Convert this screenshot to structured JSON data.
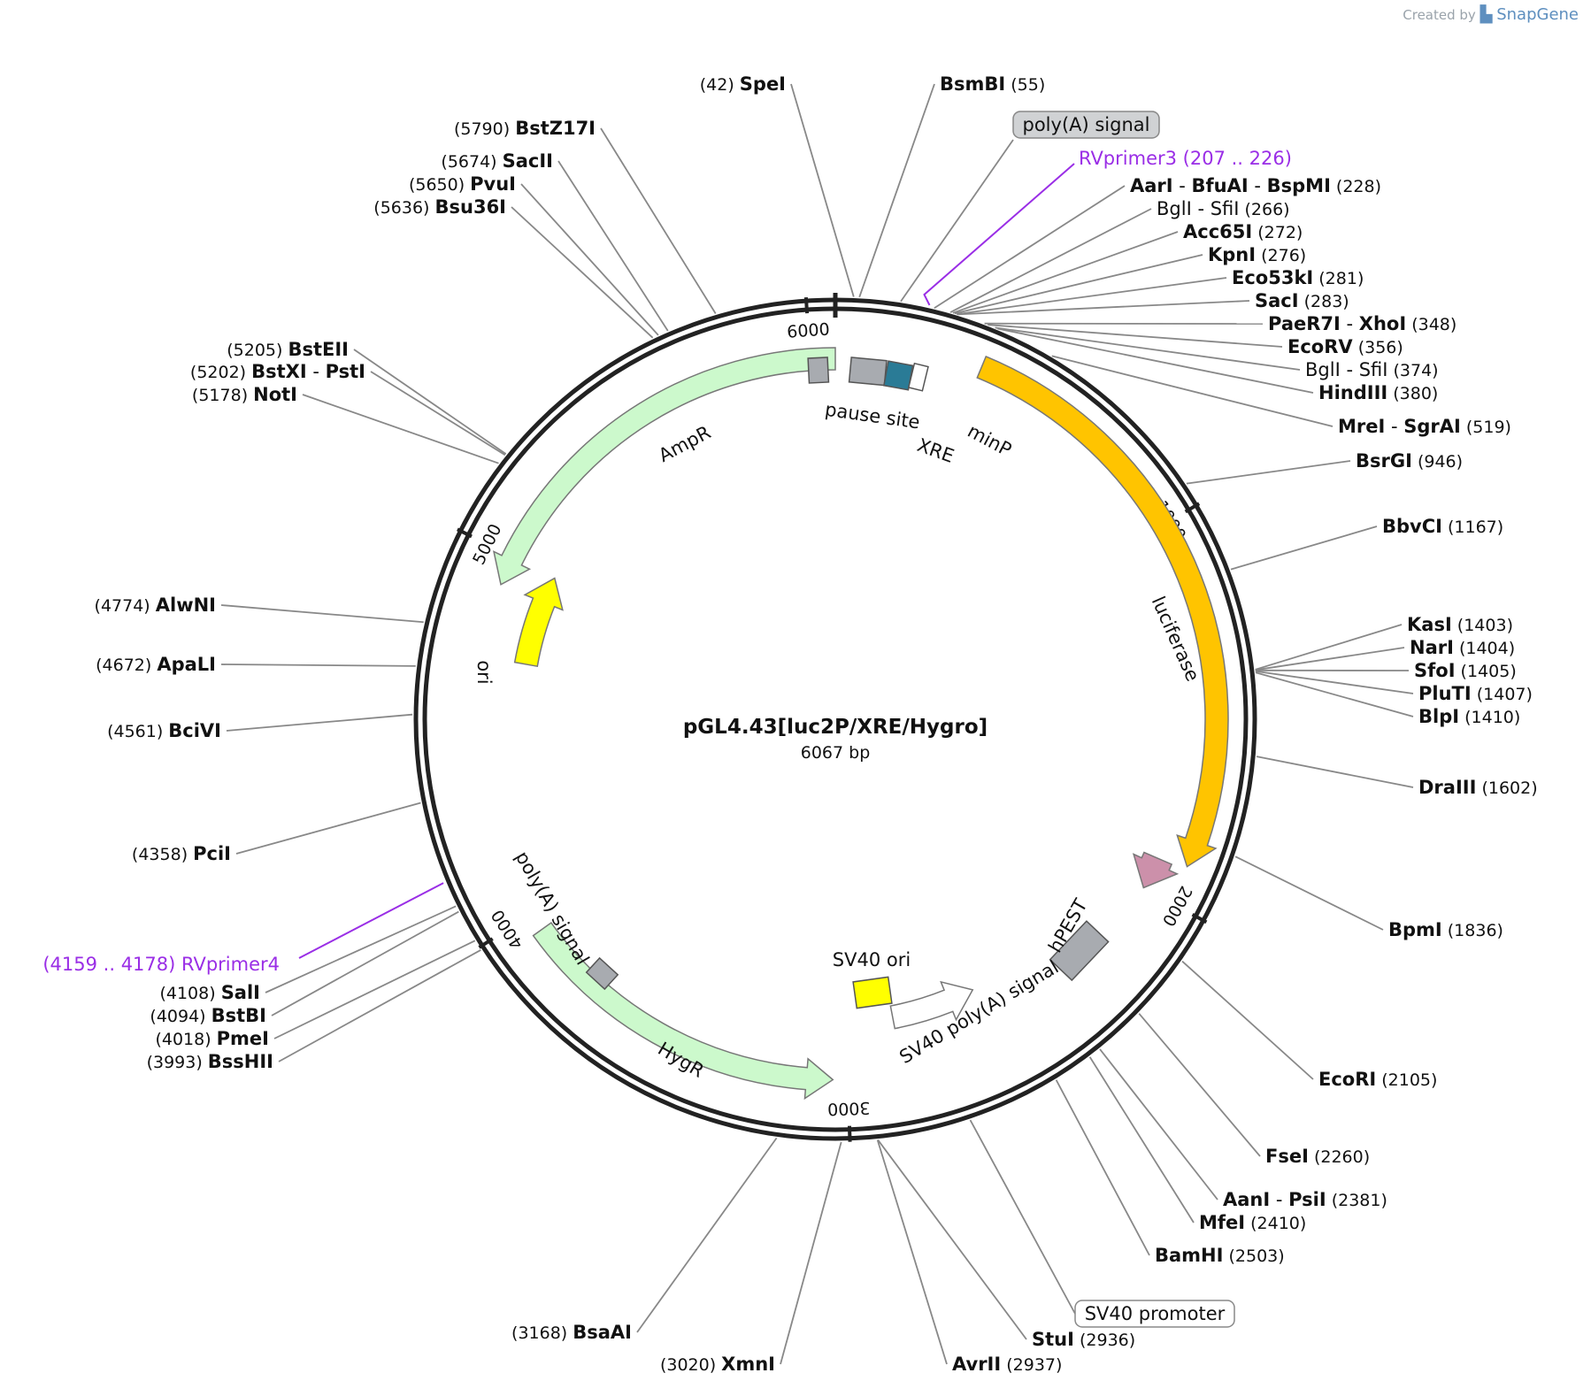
{
  "credit": {
    "prefix": "Created by",
    "brand": "SnapGene"
  },
  "plasmid": {
    "name": "pGL4.43[luc2P/XRE/Hygro]",
    "size_label": "6067 bp",
    "length": 6067
  },
  "ticks": [
    "6000",
    "1000",
    "2000",
    "3000",
    "4000",
    "5000"
  ],
  "features": [
    {
      "label": "AmpR",
      "color": "#ccf9cc"
    },
    {
      "label": "ori",
      "color": "#ffff00"
    },
    {
      "label": "luciferase",
      "color": "#ffc400"
    },
    {
      "label": "hPEST",
      "color": "#cc90aa"
    },
    {
      "label": "SV40 poly(A) signal",
      "color": "#a8abb0"
    },
    {
      "label": "SV40 ori",
      "color": "#ffff00"
    },
    {
      "label": "HygR",
      "color": "#ccf9cc"
    },
    {
      "label": "poly(A) signal",
      "color": "#a8abb0"
    },
    {
      "label": "pause site",
      "color": "#a8abb0"
    },
    {
      "label": "XRE",
      "color": "#2a7b96"
    },
    {
      "label": "minP",
      "color": "#ffffff"
    }
  ],
  "boxed_labels": {
    "polyA_top": "poly(A) signal",
    "sv40_promoter": "SV40 promoter"
  },
  "primers": [
    {
      "name": "RVprimer3",
      "range": "(207 .. 226)"
    },
    {
      "name": "RVprimer4",
      "range": "(4159 .. 4178)"
    }
  ],
  "sites": [
    {
      "names": [
        "SpeI"
      ],
      "bold": [
        true
      ],
      "pos": "(42)"
    },
    {
      "names": [
        "BsmBI"
      ],
      "bold": [
        true
      ],
      "pos": "(55)"
    },
    {
      "names": [
        "AarI",
        "BfuAI",
        "BspMI"
      ],
      "bold": [
        true,
        true,
        true
      ],
      "pos": "(228)"
    },
    {
      "names": [
        "BglI",
        "SfiI"
      ],
      "bold": [
        false,
        false
      ],
      "pos": "(266)"
    },
    {
      "names": [
        "Acc65I"
      ],
      "bold": [
        true
      ],
      "pos": "(272)"
    },
    {
      "names": [
        "KpnI"
      ],
      "bold": [
        true
      ],
      "pos": "(276)"
    },
    {
      "names": [
        "Eco53kI"
      ],
      "bold": [
        true
      ],
      "pos": "(281)"
    },
    {
      "names": [
        "SacI"
      ],
      "bold": [
        true
      ],
      "pos": "(283)"
    },
    {
      "names": [
        "PaeR7I",
        "XhoI"
      ],
      "bold": [
        true,
        true
      ],
      "pos": "(348)"
    },
    {
      "names": [
        "EcoRV"
      ],
      "bold": [
        true
      ],
      "pos": "(356)"
    },
    {
      "names": [
        "BglI",
        "SfiI"
      ],
      "bold": [
        false,
        false
      ],
      "pos": "(374)"
    },
    {
      "names": [
        "HindIII"
      ],
      "bold": [
        true
      ],
      "pos": "(380)"
    },
    {
      "names": [
        "MreI",
        "SgrAI"
      ],
      "bold": [
        true,
        true
      ],
      "pos": "(519)"
    },
    {
      "names": [
        "BsrGI"
      ],
      "bold": [
        true
      ],
      "pos": "(946)"
    },
    {
      "names": [
        "BbvCI"
      ],
      "bold": [
        true
      ],
      "pos": "(1167)"
    },
    {
      "names": [
        "KasI"
      ],
      "bold": [
        true
      ],
      "pos": "(1403)"
    },
    {
      "names": [
        "NarI"
      ],
      "bold": [
        true
      ],
      "pos": "(1404)"
    },
    {
      "names": [
        "SfoI"
      ],
      "bold": [
        true
      ],
      "pos": "(1405)"
    },
    {
      "names": [
        "PluTI"
      ],
      "bold": [
        true
      ],
      "pos": "(1407)"
    },
    {
      "names": [
        "BlpI"
      ],
      "bold": [
        true
      ],
      "pos": "(1410)"
    },
    {
      "names": [
        "DraIII"
      ],
      "bold": [
        true
      ],
      "pos": "(1602)"
    },
    {
      "names": [
        "BpmI"
      ],
      "bold": [
        true
      ],
      "pos": "(1836)"
    },
    {
      "names": [
        "EcoRI"
      ],
      "bold": [
        true
      ],
      "pos": "(2105)"
    },
    {
      "names": [
        "FseI"
      ],
      "bold": [
        true
      ],
      "pos": "(2260)"
    },
    {
      "names": [
        "AanI",
        "PsiI"
      ],
      "bold": [
        true,
        true
      ],
      "pos": "(2381)"
    },
    {
      "names": [
        "MfeI"
      ],
      "bold": [
        true
      ],
      "pos": "(2410)"
    },
    {
      "names": [
        "BamHI"
      ],
      "bold": [
        true
      ],
      "pos": "(2503)"
    },
    {
      "names": [
        "StuI"
      ],
      "bold": [
        true
      ],
      "pos": "(2936)"
    },
    {
      "names": [
        "AvrII"
      ],
      "bold": [
        true
      ],
      "pos": "(2937)"
    },
    {
      "names": [
        "XmnI"
      ],
      "bold": [
        true
      ],
      "pos": "(3020)"
    },
    {
      "names": [
        "BsaAI"
      ],
      "bold": [
        true
      ],
      "pos": "(3168)"
    },
    {
      "names": [
        "BssHII"
      ],
      "bold": [
        true
      ],
      "pos": "(3993)"
    },
    {
      "names": [
        "PmeI"
      ],
      "bold": [
        true
      ],
      "pos": "(4018)"
    },
    {
      "names": [
        "BstBI"
      ],
      "bold": [
        true
      ],
      "pos": "(4094)"
    },
    {
      "names": [
        "SalI"
      ],
      "bold": [
        true
      ],
      "pos": "(4108)"
    },
    {
      "names": [
        "PciI"
      ],
      "bold": [
        true
      ],
      "pos": "(4358)"
    },
    {
      "names": [
        "BciVI"
      ],
      "bold": [
        true
      ],
      "pos": "(4561)"
    },
    {
      "names": [
        "ApaLI"
      ],
      "bold": [
        true
      ],
      "pos": "(4672)"
    },
    {
      "names": [
        "AlwNI"
      ],
      "bold": [
        true
      ],
      "pos": "(4774)"
    },
    {
      "names": [
        "NotI"
      ],
      "bold": [
        true
      ],
      "pos": "(5178)"
    },
    {
      "names": [
        "BstXI",
        "PstI"
      ],
      "bold": [
        true,
        true
      ],
      "pos": "(5202)"
    },
    {
      "names": [
        "BstEII"
      ],
      "bold": [
        true
      ],
      "pos": "(5205)"
    },
    {
      "names": [
        "Bsu36I"
      ],
      "bold": [
        true
      ],
      "pos": "(5636)"
    },
    {
      "names": [
        "PvuI"
      ],
      "bold": [
        true
      ],
      "pos": "(5650)"
    },
    {
      "names": [
        "SacII"
      ],
      "bold": [
        true
      ],
      "pos": "(5674)"
    },
    {
      "names": [
        "BstZ17I"
      ],
      "bold": [
        true
      ],
      "pos": "(5790)"
    }
  ]
}
